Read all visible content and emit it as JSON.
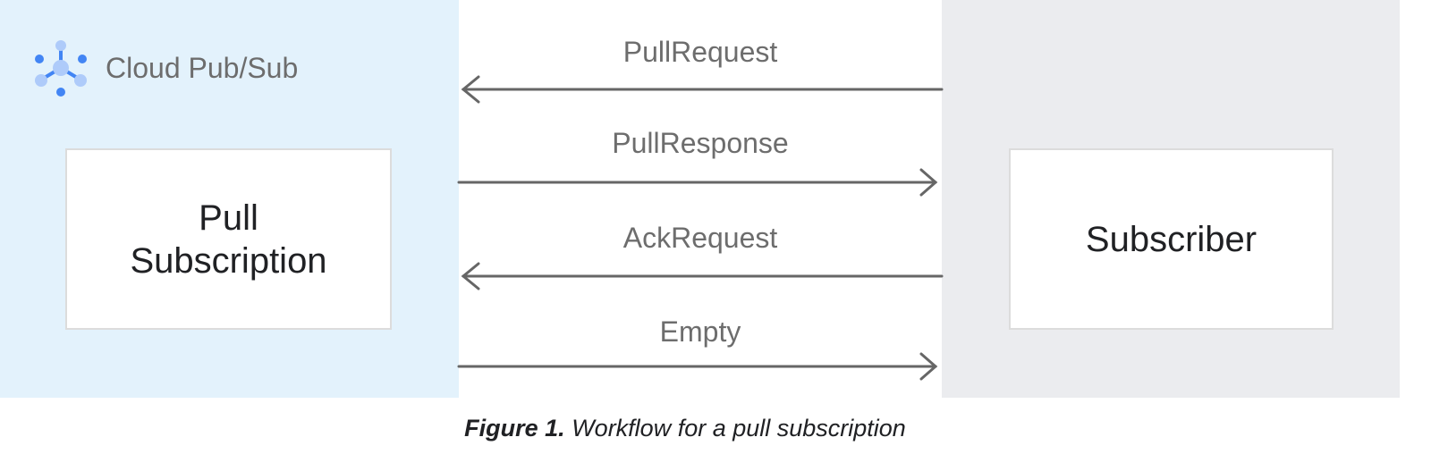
{
  "service": {
    "name": "Cloud Pub/Sub",
    "icon": "pubsub-hub-icon",
    "icon_colors": [
      "#4285f4",
      "#aecbfa"
    ]
  },
  "left_box": {
    "line1": "Pull",
    "line2": "Subscription"
  },
  "right_box": {
    "label": "Subscriber"
  },
  "messages": [
    {
      "label": "PullRequest",
      "direction": "to-left"
    },
    {
      "label": "PullResponse",
      "direction": "to-right"
    },
    {
      "label": "AckRequest",
      "direction": "to-left"
    },
    {
      "label": "Empty",
      "direction": "to-right"
    }
  ],
  "caption": {
    "prefix": "Figure 1.",
    "text": " Workflow for a pull subscription"
  },
  "colors": {
    "left_panel": "#e3f2fc",
    "right_panel": "#ebecef",
    "arrow": "#666666"
  }
}
